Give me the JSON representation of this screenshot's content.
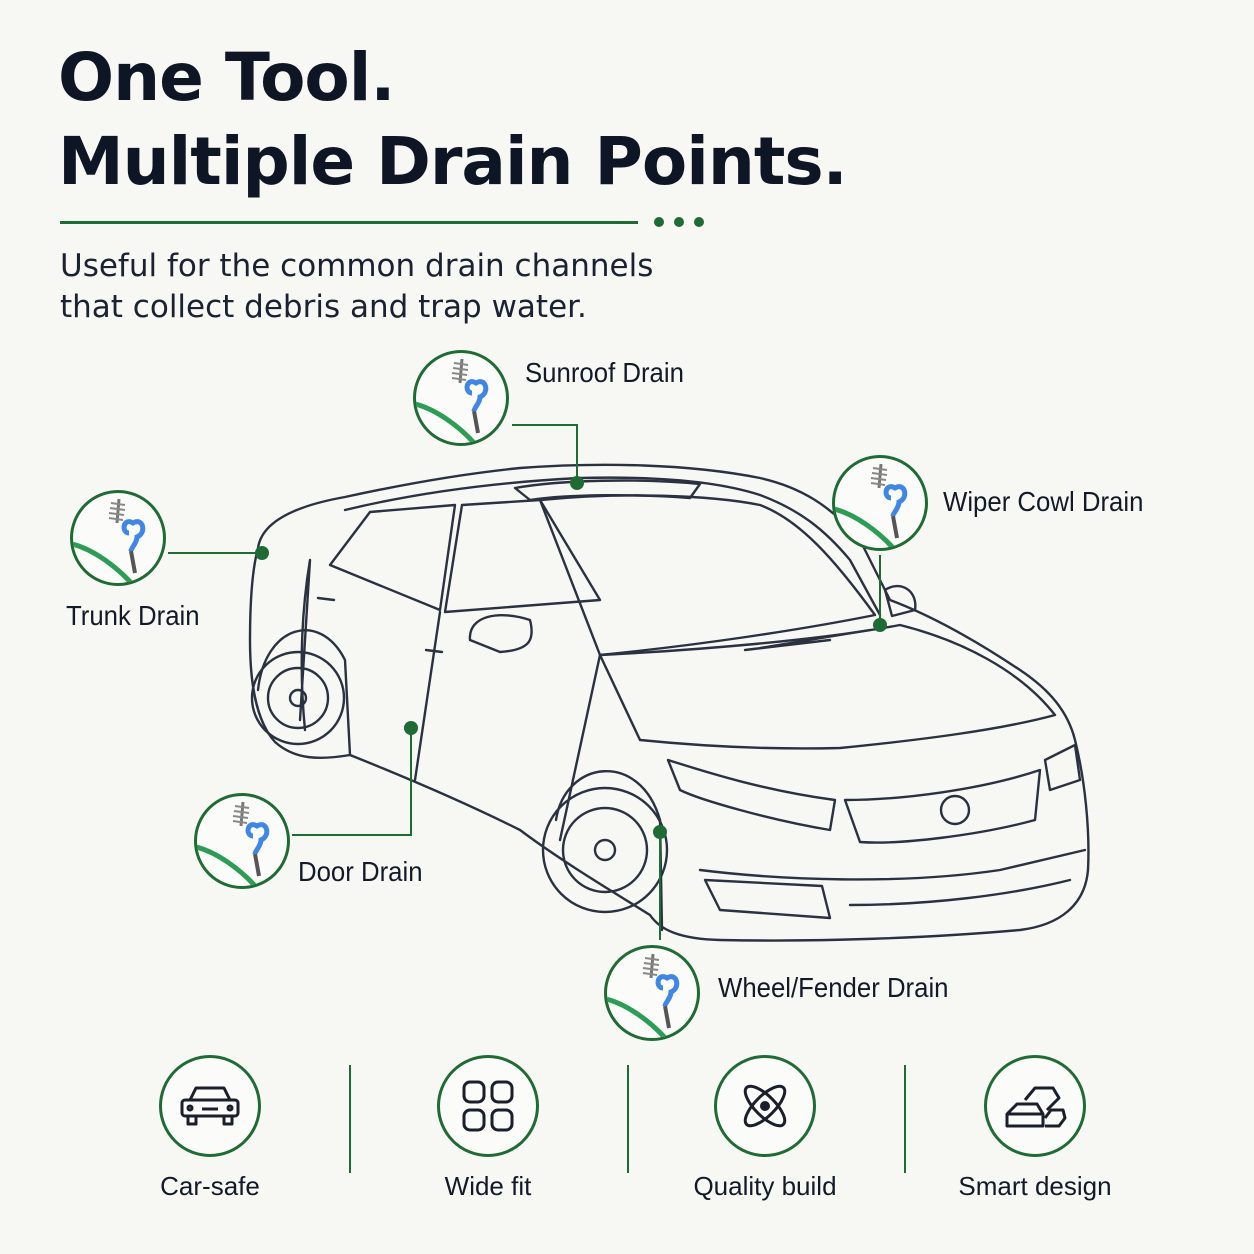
{
  "header": {
    "title_line1": "One Tool.",
    "title_line2": "Multiple Drain Points.",
    "subtitle_line1": "Useful for the common drain channels",
    "subtitle_line2": "that collect debris and trap water."
  },
  "callouts": {
    "sunroof": "Sunroof Drain",
    "wiper": "Wiper Cowl Drain",
    "trunk": "Trunk Drain",
    "door": "Door Drain",
    "wheel": "Wheel/Fender Drain"
  },
  "features": [
    {
      "label": "Car-safe",
      "icon": "car-icon"
    },
    {
      "label": "Wide fit",
      "icon": "grid-icon"
    },
    {
      "label": "Quality build",
      "icon": "atom-icon"
    },
    {
      "label": "Smart design",
      "icon": "gold-bars-icon"
    }
  ],
  "colors": {
    "accent": "#1f6b34",
    "tool_blue": "#3f86e6",
    "ink": "#0f1a2b",
    "background": "#f7f7f4"
  }
}
